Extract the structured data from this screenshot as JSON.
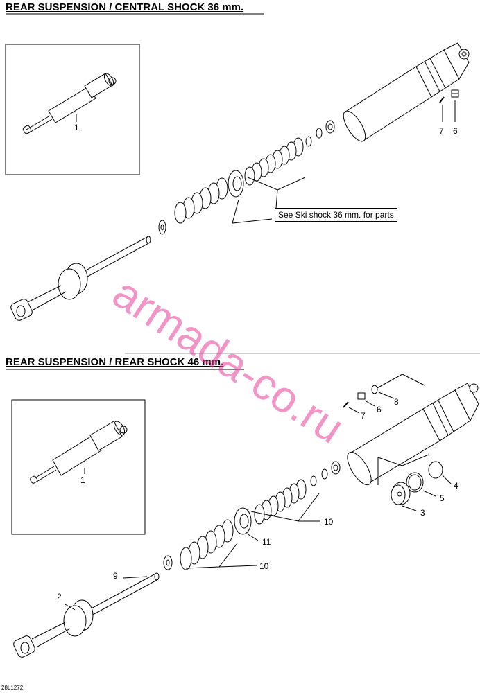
{
  "section1": {
    "title": "REAR SUSPENSION / CENTRAL SHOCK 36 mm.",
    "inset_callout": "1",
    "callouts": [
      "7",
      "6"
    ],
    "note": "See Ski shock 36 mm. for parts"
  },
  "section2": {
    "title": "REAR SUSPENSION / REAR SHOCK 46 mm.",
    "inset_callout": "1",
    "callouts": [
      "8",
      "6",
      "7",
      "4",
      "5",
      "3",
      "10",
      "11",
      "10",
      "9",
      "2"
    ]
  },
  "watermark": "armada-co.ru",
  "document_ref": "28L1272",
  "colors": {
    "line": "#000000",
    "watermark": "#e6409a",
    "background": "#ffffff"
  }
}
